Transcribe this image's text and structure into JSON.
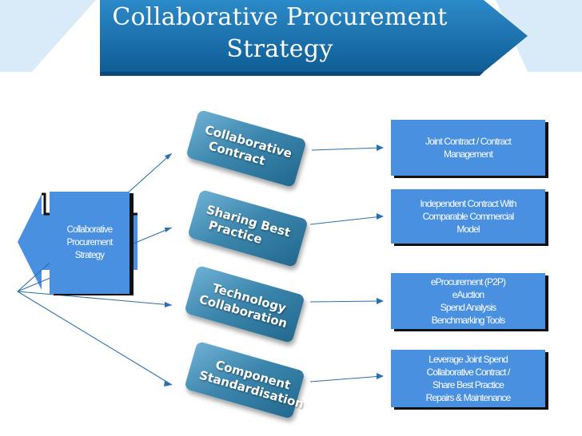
{
  "title": {
    "line1": "Collaborative Procurement",
    "line2": "Strategy"
  },
  "center": {
    "lines": [
      "Collaborative",
      "Procurement",
      "Strategy"
    ]
  },
  "pillars": [
    {
      "lines": [
        "Collaborative",
        "Contract"
      ]
    },
    {
      "lines": [
        "Sharing Best",
        "Practice"
      ]
    },
    {
      "lines": [
        "Technology",
        "Collaboration"
      ]
    },
    {
      "lines": [
        "Component",
        "Standardisation"
      ]
    }
  ],
  "results": [
    {
      "lines": [
        "Joint Contract / Contract",
        "Management"
      ]
    },
    {
      "lines": [
        "Independent Contract With",
        "Comparable Commercial",
        "Model"
      ]
    },
    {
      "lines": [
        "eProcurement (P2P)",
        "eAuction",
        "Spend Analysis",
        "Benchmarking Tools"
      ]
    },
    {
      "lines": [
        "Leverage Joint Spend",
        "Collaborative Contract /",
        "Share Best Practice",
        "Repairs & Maintenance"
      ]
    }
  ],
  "colors": {
    "banner": "#1a6fa8",
    "box_fill": "#4A90E0",
    "arrow_fill": "#4A90E0",
    "connector": "#2a6fb0",
    "pill_fill": "#3d87ae"
  }
}
